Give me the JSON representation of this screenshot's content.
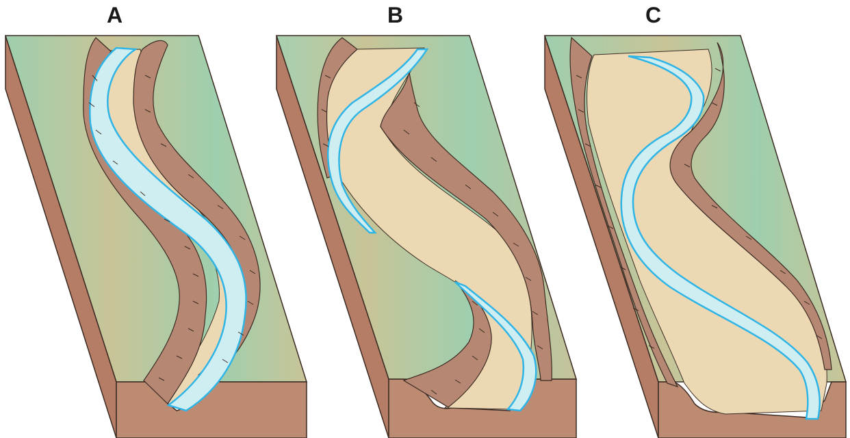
{
  "panels": [
    {
      "label": "A"
    },
    {
      "label": "B"
    },
    {
      "label": "C"
    }
  ],
  "colors": {
    "green": "#9ecfae",
    "tan_green": "#c8c497",
    "earth_side": "#b57d65",
    "earth_front": "#bd8a72",
    "bluff": "#b68772",
    "floodplain": "#ecd9b4",
    "river_fill": "#cfeef2",
    "river_edge": "#2fb4e6",
    "outline": "#3a2a22"
  }
}
